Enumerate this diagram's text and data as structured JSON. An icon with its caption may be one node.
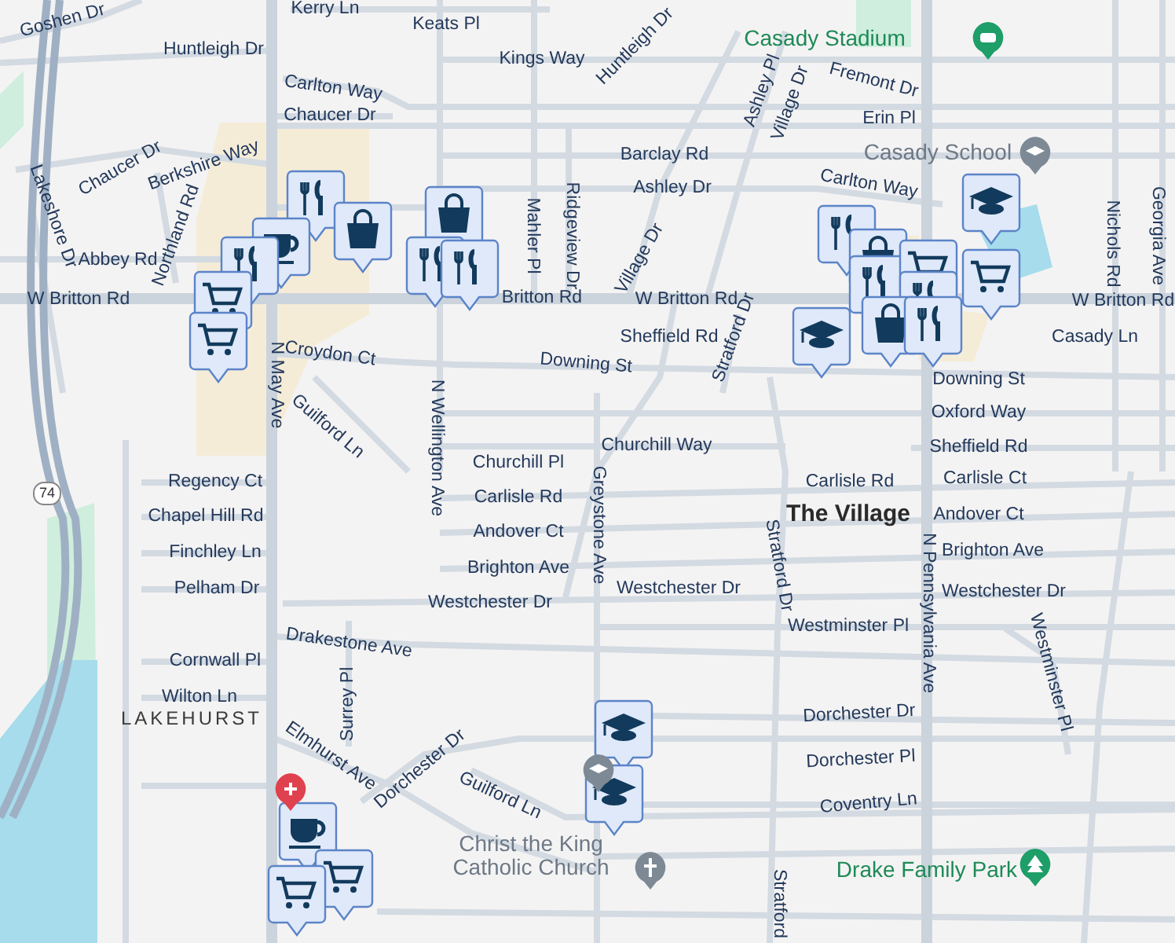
{
  "diagram": {
    "labels": [
      "Goshen Dr",
      "Kerry Ln",
      "Keats Pl",
      "Huntleigh Dr",
      "Casady Stadium",
      "Huntleigh Dr",
      "Kings Way",
      "Carlton Way",
      "Ashley Pl",
      "Village Dr",
      "Fremont Dr",
      "Chaucer Dr",
      "Erin Pl",
      "Chaucer Dr",
      "Berkshire Way",
      "Barclay Rd",
      "Casady School",
      "Ashley Dr",
      "Carlton Way",
      "Lakeshore Dr",
      "Abbey Rd",
      "Northland Rd",
      "Mahler Pl",
      "Ridgeview Dr",
      "Village Dr",
      "Nichols Rd",
      "Georgia Ave",
      "W Britton Rd",
      "Britton Rd",
      "W Britton Rd",
      "W Britton Rd",
      "Sheffield Rd",
      "Stratford Dr",
      "Casady Ln",
      "N May Ave",
      "Croydon Ct",
      "Downing St",
      "Downing St",
      "Guilford Ln",
      "Oxford Way",
      "N Wellington Ave",
      "Churchill Pl",
      "Churchill Way",
      "Sheffield Rd",
      "74",
      "Regency Ct",
      "Carlisle Rd",
      "Greystone Ave",
      "Carlisle Rd",
      "Carlisle Ct",
      "Chapel Hill Rd",
      "Andover Ct",
      "The Village",
      "Andover Ct",
      "Finchley Ln",
      "Brighton Ave",
      "Brighton Ave",
      "Pelham Dr",
      "Westchester Dr",
      "Westchester Dr",
      "Stratford Dr",
      "N Pennsylvania Ave",
      "Westchester Dr",
      "Cornwall Pl",
      "Drakestone Ave",
      "Westminster Pl",
      "Westminster Pl",
      "Wilton Ln",
      "LAKEHURST",
      "Surrey Pl",
      "Dorchester Dr",
      "Elmhurst Ave",
      "Dorchester Dr",
      "Dorchester Pl",
      "Guilford Ln",
      "Coventry Ln",
      "Christ the King Catholic Church",
      "Drake Family Park",
      "Stratford"
    ]
  }
}
